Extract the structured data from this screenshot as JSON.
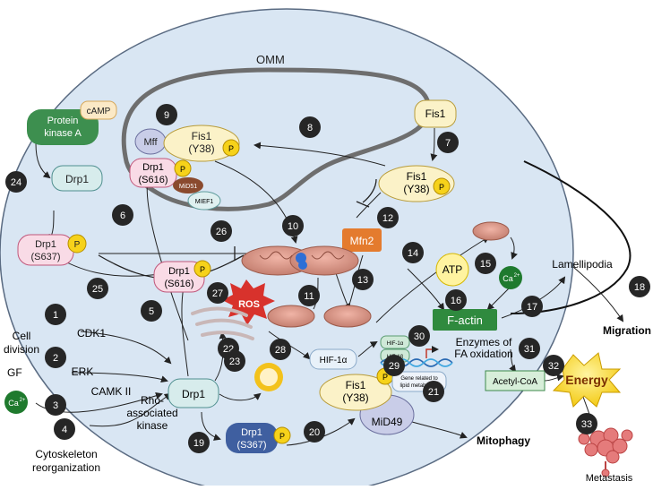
{
  "labels": {
    "omm": "OMM",
    "pka_line1": "Protein",
    "pka_line2": "kinase A",
    "camp": "cAMP",
    "fis1_top": "Fis1",
    "drp1_top": "Drp1",
    "drp1": "Drp1",
    "fis1": "Fis1",
    "y38": "(Y38)",
    "s616": "(S616)",
    "s637": "(S637)",
    "s367": "(S367)",
    "mff": "Mff",
    "mid51": "MiD51",
    "mief1": "MIEF1",
    "mid49": "MiD49",
    "mfn2": "Mfn2",
    "p": "P",
    "ros": "ROS",
    "atp": "ATP",
    "ca": "Ca",
    "ca_sup": "2+",
    "factin": "F-actin",
    "lamellipodia": "Lamellipodia",
    "migration": "Migration",
    "cell_division_1": "Cell",
    "cell_division_2": "division",
    "gf": "GF",
    "cdk1": "CDK1",
    "erk": "ERK",
    "camk": "CAMK II",
    "rho_1": "Rho-",
    "rho_2": "associated",
    "rho_3": "kinase",
    "cyto_1": "Cytoskeleton",
    "cyto_2": "reorganization",
    "hif": "HIF-1α",
    "hif_a": "HIF-1α",
    "hif_b": "HIF-1β",
    "gene_1": "Gene related to",
    "gene_2": "lipid metabolism",
    "enzymes_1": "Enzymes of",
    "enzymes_2": "FA oxidation",
    "acetyl": "Acetyl-CoA",
    "energy": "Energy",
    "mitophagy": "Mitophagy",
    "metastasis": "Metastasis"
  },
  "badges": [
    "1",
    "2",
    "3",
    "4",
    "5",
    "6",
    "7",
    "8",
    "9",
    "10",
    "11",
    "12",
    "13",
    "14",
    "15",
    "16",
    "17",
    "18",
    "19",
    "20",
    "21",
    "22",
    "23",
    "24",
    "25",
    "26",
    "27",
    "28",
    "29",
    "30",
    "31",
    "32",
    "33"
  ],
  "colors": {
    "cell_fill": "#d9e6f3",
    "cell_stroke": "#5a6b82",
    "badge": "#262626",
    "phospho": "#f6d21a",
    "drp1_fill": "#d7ecec",
    "fis1_fill": "#fbf2c8",
    "pink_fill": "#f9dbe6",
    "pka_green": "#3d8f4f",
    "mito": "#d59a8c",
    "mfn2": "#e47b2e",
    "ros": "#d8322c",
    "factin": "#2f8a3e",
    "energy": "#f7d817",
    "ca_green": "#1f7a2e"
  }
}
